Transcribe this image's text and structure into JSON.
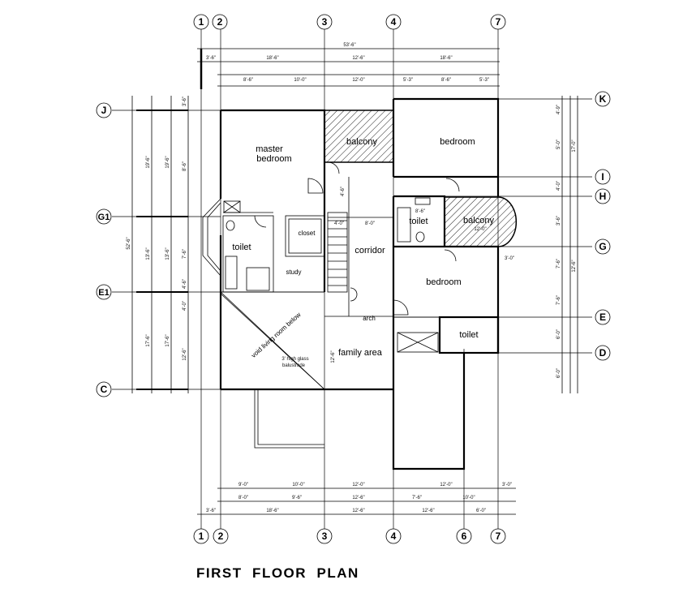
{
  "title": "FIRST  FLOOR  PLAN",
  "grid_columns": [
    "1",
    "2",
    "3",
    "4",
    "7"
  ],
  "grid_columns_bottom": [
    "1",
    "2",
    "3",
    "4",
    "6",
    "7"
  ],
  "grid_rows_left": [
    "J",
    "G1",
    "E1",
    "C"
  ],
  "grid_rows_right": [
    "K",
    "I",
    "H",
    "G",
    "E",
    "D"
  ],
  "rooms": {
    "master_bedroom": [
      "master",
      "bedroom"
    ],
    "balcony_1": "balcony",
    "bedroom_1": "bedroom",
    "toilet_1": "toilet",
    "closet": "closet",
    "toilet_2": "toilet",
    "balcony_2": "balcony",
    "corridor": "corridor",
    "study": "study",
    "bedroom_2": "bedroom",
    "toilet_3": "toilet",
    "arch": "arch",
    "family_area": "family area",
    "void": "void living room below",
    "glass_note": [
      "3' high glass",
      "balustrade"
    ]
  },
  "dimensions": {
    "top_overall": "53'-6\"",
    "top_row2": [
      "3'-6\"",
      "18'-6\"",
      "12'-6\"",
      "18'-6\""
    ],
    "top_row3": [
      "8'-6\"",
      "10'-0\"",
      "12'-0\"",
      "5'-3\"",
      "8'-6\"",
      "5'-3\""
    ],
    "bottom_row1": [
      "9'-0\"",
      "10'-0\"",
      "12'-0\"",
      "12'-0\"",
      "3'-0\""
    ],
    "bottom_row2": [
      "8'-0\"",
      "9'-6\"",
      "12'-6\"",
      "7'-6\"",
      "10'-0\""
    ],
    "bottom_row3": [
      "3'-6\"",
      "18'-6\"",
      "12'-6\"",
      "12'-6\"",
      "6'-0\""
    ],
    "left_overall": "52'-6\"",
    "left_row1": [
      "19'-6\"",
      "13'-6\"",
      "17'-6\""
    ],
    "left_row2": [
      "3'-6\"",
      "8'-6\"",
      "7'-6\"",
      "4'-6\"",
      "4'-0\"",
      "12'-6\""
    ],
    "right_row1": [
      "4'-9\"",
      "17'-0\"",
      "12'-6\""
    ],
    "right_row2": [
      "5'-0\"",
      "4'-0\"",
      "3'-6\"",
      "7'-6\"",
      "6'-0\"",
      "6'-0\""
    ],
    "interior": [
      "4'-6\"",
      "4'-0\"",
      "8'-0\"",
      "8'-6\"",
      "12'-0\"",
      "3'-0\"",
      "12'-6\""
    ]
  }
}
